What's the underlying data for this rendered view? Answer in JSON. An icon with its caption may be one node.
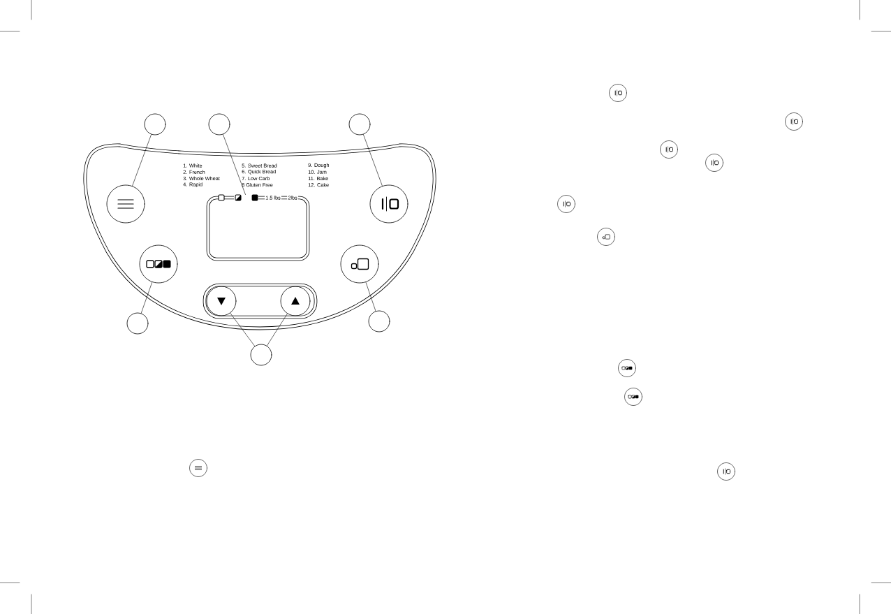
{
  "diagram": {
    "nodes": [
      {
        "text": [],
        "shape": "circle"
      },
      {
        "text": [],
        "shape": "circle"
      },
      {
        "text": [],
        "shape": "circle"
      },
      {
        "text": [],
        "shape": "circle"
      },
      {
        "text": [],
        "shape": "box"
      },
      {
        "text": [],
        "shape": "circle"
      },
      {
        "text": [],
        "shape": "circle"
      },
      {
        "text": [],
        "shape": "circle"
      },
      {
        "text": [],
        "shape": "circle"
      },
      {
        "text": [],
        "shape": "circle"
      },
      {
        "text": [],
        "shape": "circle"
      },
      {
        "text": [],
        "shape": "circle"
      },
      {
        "text": [],
        "shape": "circle"
      }
    ],
    "edges": [
      {
        "from": 0,
        "to": 3,
        "arrow": "none"
      },
      {
        "from": 1,
        "to": 4,
        "arrow": "none"
      },
      {
        "from": 2,
        "to": 5,
        "arrow": "none"
      },
      {
        "from": 10,
        "to": 6,
        "arrow": "none"
      },
      {
        "from": 11,
        "to": 7,
        "arrow": "none"
      },
      {
        "from": 12,
        "to": 8,
        "arrow": "none"
      },
      {
        "from": 12,
        "to": 9,
        "arrow": "none"
      }
    ],
    "labels": [
      "1. White",
      "2. French",
      "3. Whole Wheat",
      "4. Rapid",
      "5. Sweet Bread",
      "6. Quick Bread",
      "7. Low Carb",
      "8 Gluten Free",
      "9. Dough",
      "10. Jam",
      "11. Bake",
      "12. Cake",
      "1.5 lbs",
      "2lbs"
    ]
  }
}
